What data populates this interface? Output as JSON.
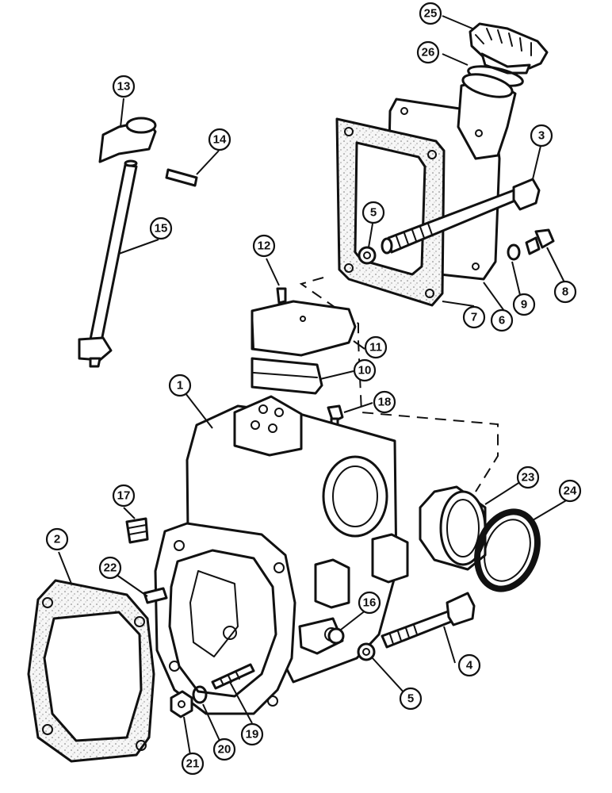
{
  "callouts": [
    {
      "id": "c1",
      "label": "1"
    },
    {
      "id": "c2",
      "label": "2"
    },
    {
      "id": "c3",
      "label": "3"
    },
    {
      "id": "c4",
      "label": "4"
    },
    {
      "id": "c5a",
      "label": "5"
    },
    {
      "id": "c5b",
      "label": "5"
    },
    {
      "id": "c6",
      "label": "6"
    },
    {
      "id": "c7",
      "label": "7"
    },
    {
      "id": "c8",
      "label": "8"
    },
    {
      "id": "c9",
      "label": "9"
    },
    {
      "id": "c10",
      "label": "10"
    },
    {
      "id": "c11",
      "label": "11"
    },
    {
      "id": "c12",
      "label": "12"
    },
    {
      "id": "c13",
      "label": "13"
    },
    {
      "id": "c14",
      "label": "14"
    },
    {
      "id": "c15",
      "label": "15"
    },
    {
      "id": "c16",
      "label": "16"
    },
    {
      "id": "c17",
      "label": "17"
    },
    {
      "id": "c18",
      "label": "18"
    },
    {
      "id": "c19",
      "label": "19"
    },
    {
      "id": "c20",
      "label": "20"
    },
    {
      "id": "c21",
      "label": "21"
    },
    {
      "id": "c22",
      "label": "22"
    },
    {
      "id": "c23",
      "label": "23"
    },
    {
      "id": "c24",
      "label": "24"
    },
    {
      "id": "c25",
      "label": "25"
    },
    {
      "id": "c26",
      "label": "26"
    }
  ]
}
